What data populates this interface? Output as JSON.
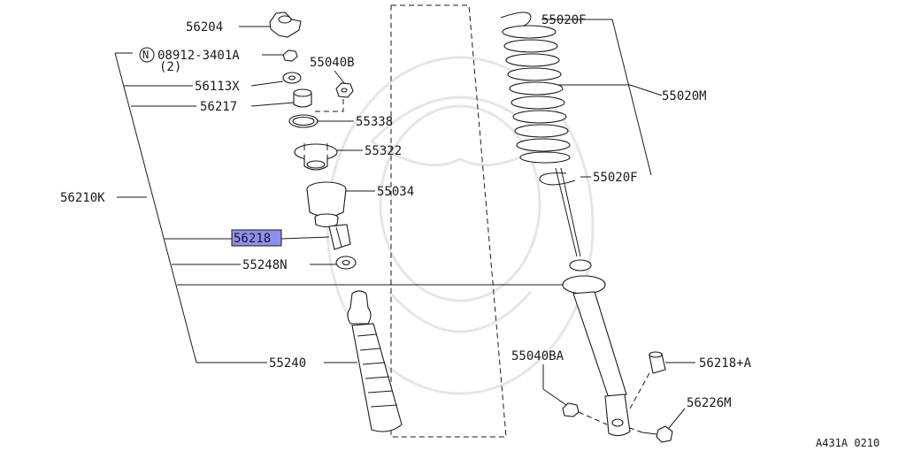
{
  "diagram": {
    "code": "A431A 0210",
    "highlight_color": "#8f8ff0",
    "labels": {
      "p56204": "56204",
      "n_symbol": "N",
      "p08912": "08912-3401A",
      "p08912_qty": "(2)",
      "p55040b": "55040B",
      "p56113x": "56113X",
      "p56217": "56217",
      "p55338": "55338",
      "p55322": "55322",
      "p55034": "55034",
      "p56210k": "56210K",
      "p56218": "56218",
      "p55248n": "55248N",
      "p55240": "55240",
      "p55020f_top": "55020F",
      "p55020m": "55020M",
      "p55020f_bottom": "55020F",
      "p55040ba": "55040BA",
      "p56218a": "56218+A",
      "p56226m": "56226M"
    }
  }
}
